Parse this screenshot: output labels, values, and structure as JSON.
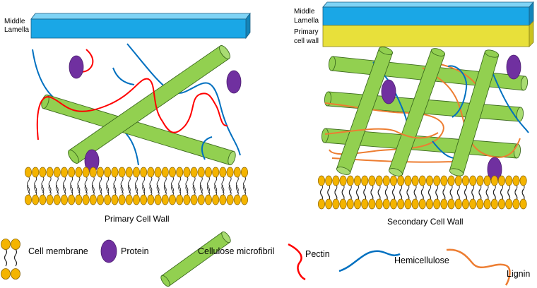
{
  "primary": {
    "layer_label_line1": "Middle",
    "layer_label_line2": "Lamella",
    "caption": "Primary Cell Wall"
  },
  "secondary": {
    "middle_label_line1": "Middle",
    "middle_label_line2": "Lamella",
    "primary_label_line1": "Primary",
    "primary_label_line2": "cell wall",
    "caption": "Secondary Cell Wall"
  },
  "legend": {
    "membrane": "Cell membrane",
    "protein": "Protein",
    "cellulose": "Cellulose microfibril",
    "pectin": "Pectin",
    "hemicellulose": "Hemicellulose",
    "lignin": "Lignin"
  },
  "colors": {
    "middle_lamella": "#1aa7e6",
    "primary_wall": "#e8e03a",
    "cellulose": "#92d050",
    "protein": "#7030a0",
    "pectin": "#ff0000",
    "hemicellulose": "#0070c0",
    "lignin": "#ed7d31",
    "lipid_head": "#f4b400"
  }
}
